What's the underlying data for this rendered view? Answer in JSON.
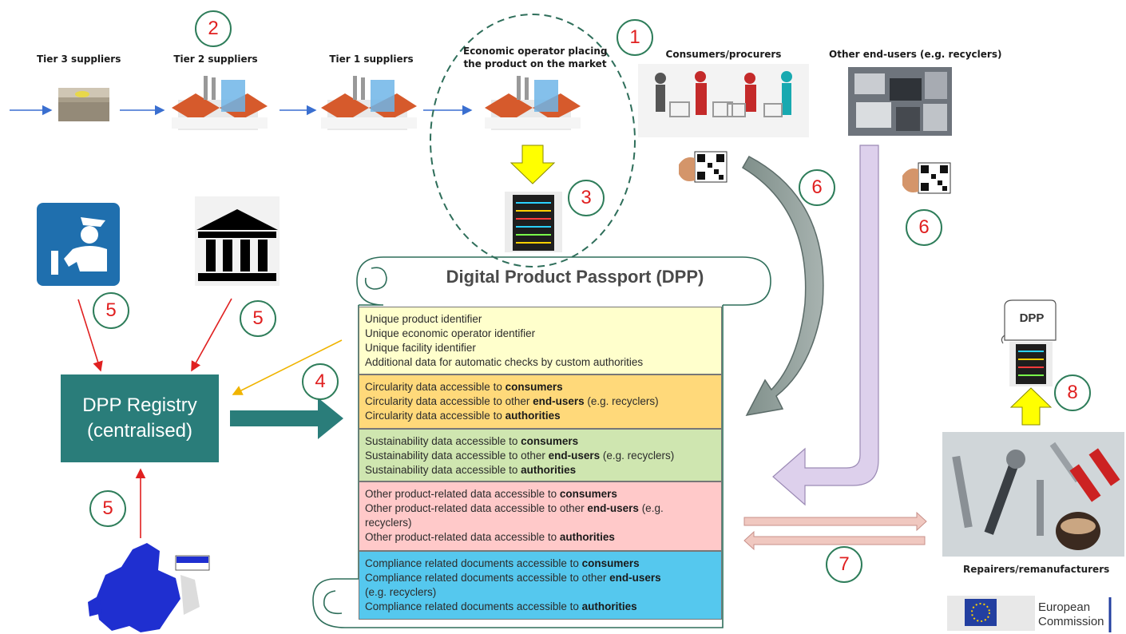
{
  "suppliers": {
    "tier3": "Tier 3 suppliers",
    "tier2": "Tier 2 suppliers",
    "tier1": "Tier 1 suppliers",
    "operator_line1": "Economic operator placing",
    "operator_line2": "the product on the market"
  },
  "users": {
    "consumers": "Consumers/procurers",
    "other": "Other end-users (e.g. recyclers)",
    "repairers": "Repairers/remanufacturers"
  },
  "numbers": {
    "n1": "1",
    "n2": "2",
    "n3": "3",
    "n4": "4",
    "n5a": "5",
    "n5b": "5",
    "n5c": "5",
    "n6a": "6",
    "n6b": "6",
    "n7": "7",
    "n8": "8"
  },
  "registry": {
    "line1": "DPP Registry",
    "line2": "(centralised)"
  },
  "dpp": {
    "title": "Digital Product Passport (DPP)",
    "mini_label": "DPP",
    "bands": [
      {
        "color": "#ffffcc",
        "lines": [
          {
            "pre": "Unique product identifier"
          },
          {
            "pre": "Unique economic operator identifier"
          },
          {
            "pre": "Unique facility identifier"
          },
          {
            "pre": "Additional data for automatic checks by custom authorities"
          }
        ]
      },
      {
        "color": "#ffd97a",
        "lines": [
          {
            "pre": "Circularity data accessible to ",
            "bold": "consumers"
          },
          {
            "pre": "Circularity data accessible to other ",
            "bold": "end-users",
            "post": " (e.g. recyclers)"
          },
          {
            "pre": "Circularity data accessible to ",
            "bold": "authorities"
          }
        ]
      },
      {
        "color": "#cfe6b0",
        "lines": [
          {
            "pre": "Sustainability data accessible to ",
            "bold": "consumers"
          },
          {
            "pre": "Sustainability data accessible to other ",
            "bold": "end-users",
            "post": " (e.g. recyclers)"
          },
          {
            "pre": "Sustainability data accessible to ",
            "bold": "authorities"
          }
        ]
      },
      {
        "color": "#ffc9c9",
        "lines": [
          {
            "pre": "Other product-related data accessible to ",
            "bold": "consumers"
          },
          {
            "pre": "Other product-related data accessible to other ",
            "bold": "end-users",
            "post": " (e.g."
          },
          {
            "pre": "recyclers)"
          },
          {
            "pre": "Other product-related data accessible to ",
            "bold": "authorities"
          }
        ]
      },
      {
        "color": "#55c8ee",
        "lines": [
          {
            "pre": "Compliance related documents accessible to ",
            "bold": "consumers"
          },
          {
            "pre": "Compliance related documents accessible to other ",
            "bold": "end-users"
          },
          {
            "pre": "(e.g. recyclers)"
          },
          {
            "pre": "Compliance related documents accessible to ",
            "bold": "authorities"
          }
        ]
      }
    ]
  },
  "ec": {
    "line1": "European",
    "line2": "Commission"
  },
  "colors": {
    "registry_bg": "#2a7d7a",
    "red_numbers": "#e02020",
    "teal_arrow": "#2a7d7a",
    "lavender_arrow": "#ddd0ec",
    "yellow_arrow": "#ffff00",
    "orange_arrow": "#f0b400",
    "eu_blue": "#1f2fd0"
  },
  "icons": [
    "customs-officer-icon",
    "government-building-icon",
    "server-icon",
    "factory-icon",
    "qr-scan-icon",
    "eu-map-icon",
    "tools-icon",
    "european-commission-logo"
  ]
}
